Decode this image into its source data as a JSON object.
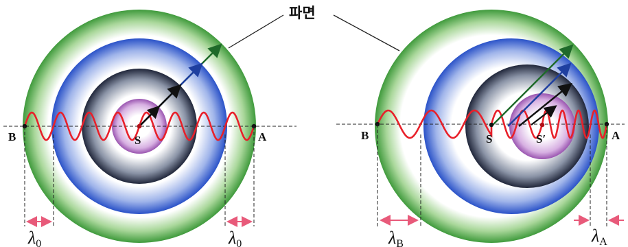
{
  "title": "파면",
  "left": {
    "source": "S",
    "point_left": "B",
    "point_right": "A",
    "lambda_left": "λ",
    "lambda_left_sub": "0",
    "lambda_right": "λ",
    "lambda_right_sub": "0"
  },
  "right": {
    "source_old": "S",
    "source_new": "S′",
    "point_left": "B",
    "point_right": "A",
    "lambda_left": "λ",
    "lambda_left_sub": "B",
    "lambda_right": "λ",
    "lambda_right_sub": "A"
  },
  "colors": {
    "wave": "#e8202a",
    "arrow_pink": "#e85a7a",
    "ring_green": "#3f9a3c",
    "ring_blue": "#2a52c8",
    "ring_dark": "#2a3040",
    "ring_purple": "#9a55b0",
    "arrow_green": "#1f6a2a",
    "arrow_blue": "#1f3fa0",
    "arrow_black": "#111111"
  }
}
